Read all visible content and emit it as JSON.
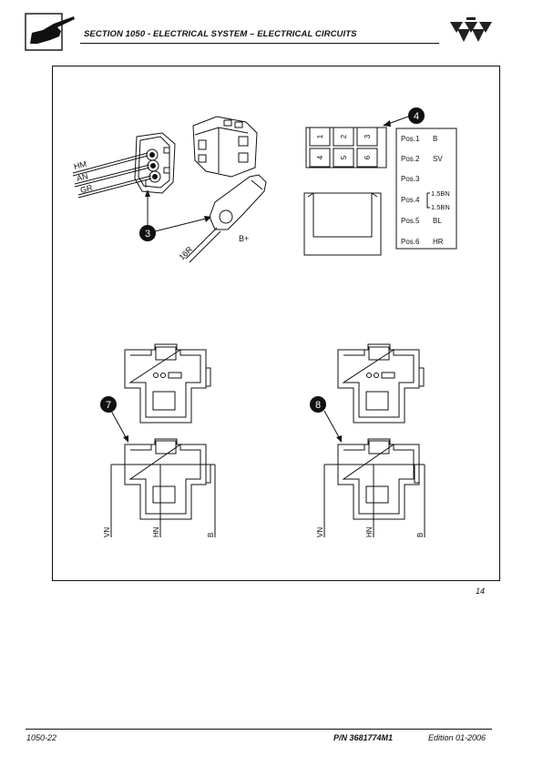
{
  "header": {
    "title": "SECTION 1050 - ELECTRICAL SYSTEM – ELECTRICAL CIRCUITS",
    "left_icon": "pointing-hand-icon",
    "right_logo": "triple-triangle-logo"
  },
  "figure": {
    "number": "14",
    "callouts": {
      "c3": "3",
      "c4": "4",
      "c7": "7",
      "c8": "8"
    },
    "wire_labels_3": [
      "HM",
      "AN",
      "GR"
    ],
    "terminal_label": "B+",
    "ring_wire_label": "16R",
    "connector4_pins": [
      "1",
      "2",
      "3",
      "4",
      "5",
      "6"
    ],
    "pos_table": [
      {
        "pos": "Pos.1",
        "wire": "B"
      },
      {
        "pos": "Pos.2",
        "wire": "SV"
      },
      {
        "pos": "Pos.3",
        "wire": ""
      },
      {
        "pos": "Pos.4",
        "wire": "1.5BN",
        "wire2": "1.5BN"
      },
      {
        "pos": "Pos.5",
        "wire": "BL"
      },
      {
        "pos": "Pos.6",
        "wire": "HR"
      }
    ],
    "connector7_wires": [
      "VN",
      "HN",
      "B"
    ],
    "connector8_wires": [
      "VN",
      "HN",
      "B"
    ]
  },
  "footer": {
    "page": "1050-22",
    "part_number": "P/N 3681774M1",
    "edition": "Edition 01-2006"
  }
}
